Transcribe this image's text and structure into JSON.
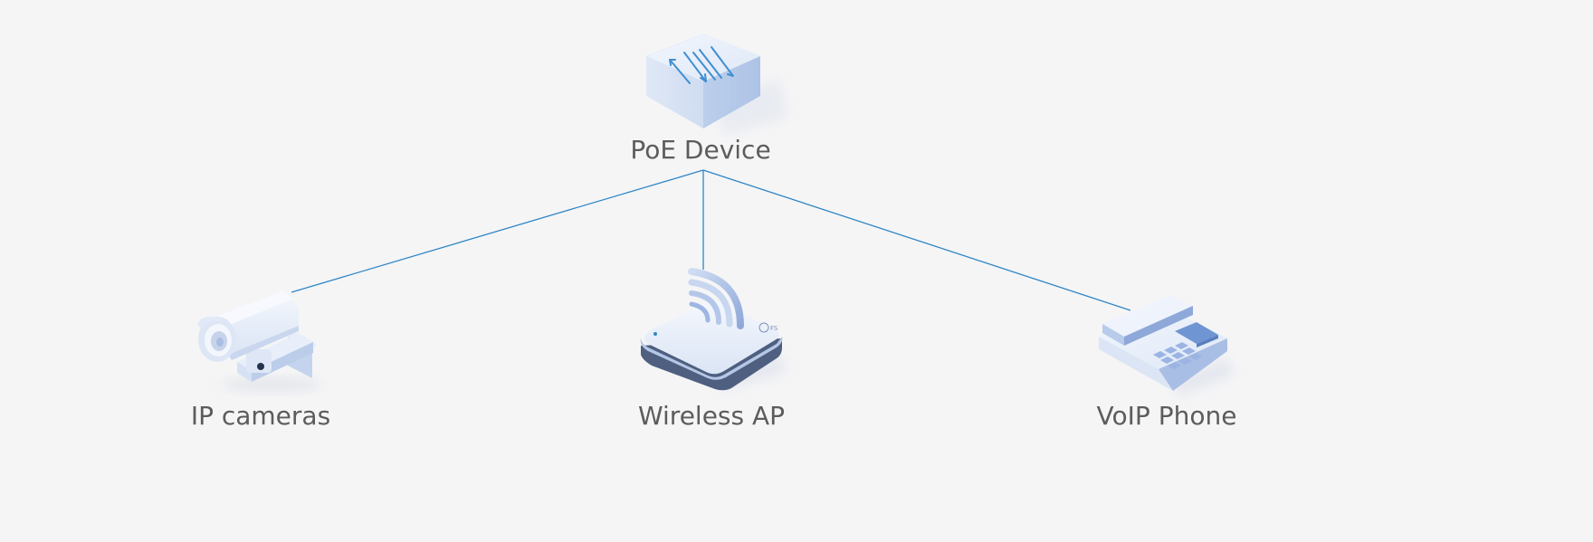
{
  "diagram": {
    "hub": {
      "label": "PoE Device",
      "icon": "poe-switch-icon"
    },
    "devices": [
      {
        "label": "IP cameras",
        "icon": "ip-camera-icon"
      },
      {
        "label": "Wireless AP",
        "icon": "wireless-ap-icon",
        "brand_mark": "FS"
      },
      {
        "label": "VoIP Phone",
        "icon": "voip-phone-icon"
      }
    ],
    "colors": {
      "background": "#f5f5f6",
      "link_line": "#2f86c6",
      "label_text": "#5c5c5c"
    }
  }
}
